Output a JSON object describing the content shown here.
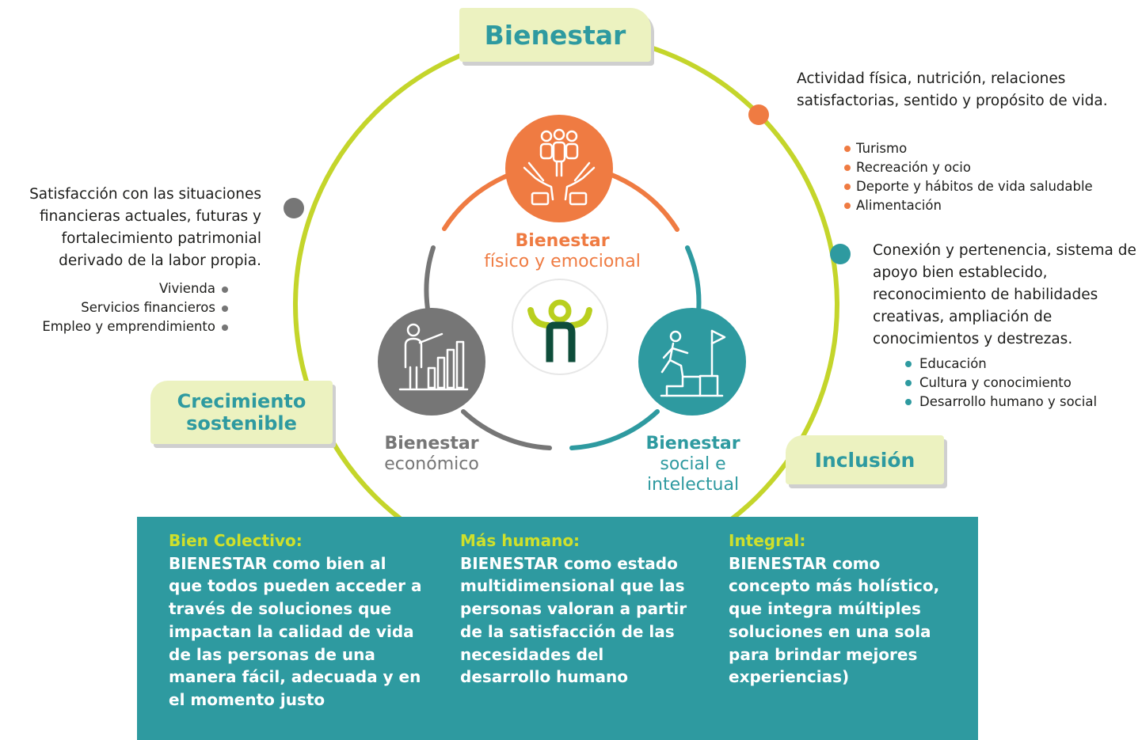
{
  "colors": {
    "ring_green": "#c4d52b",
    "orange": "#ef7b42",
    "gray": "#767676",
    "teal": "#2e9aa0",
    "tag_bg": "#ecf2c0",
    "logo_green": "#b9cf1e",
    "logo_dark": "#0e4d3a"
  },
  "tags": {
    "top": "Bienestar",
    "left": "Crecimiento sostenible",
    "right": "Inclusión"
  },
  "nodes": {
    "fisico": {
      "title": "Bienestar",
      "subtitle": "físico y emocional",
      "icon": "team-in-hands-icon"
    },
    "economico": {
      "title": "Bienestar",
      "subtitle": "económico",
      "icon": "presenter-chart-icon"
    },
    "social": {
      "title": "Bienestar",
      "subtitle": "social e intelectual",
      "icon": "climber-flag-icon"
    },
    "center_logo": "nequi-style-logo"
  },
  "descriptions": {
    "left": "Satisfacción con las situaciones financieras actuales, futuras y fortalecimiento patrimonial derivado de la labor propia.",
    "top_right": "Actividad física, nutrición, relaciones satisfactorias, sentido y propósito de vida.",
    "mid_right": "Conexión y pertenencia, sistema de apoyo bien establecido, reconocimiento de habilidades creativas, ampliación de conocimientos y destrezas."
  },
  "bullets": {
    "left": [
      "Vivienda",
      "Servicios financieros",
      "Empleo y emprendimiento"
    ],
    "orange": [
      "Turismo",
      "Recreación y ocio",
      "Deporte y hábitos de vida saludable",
      "Alimentación"
    ],
    "teal": [
      "Educación",
      "Cultura y conocimiento",
      "Desarrollo humano y social"
    ]
  },
  "panel": {
    "col1": {
      "title": "Bien Colectivo:",
      "body": "BIENESTAR como bien al que todos pueden acceder a través de soluciones que impactan la calidad de vida de las personas de una manera fácil, adecuada y en el momento justo"
    },
    "col2": {
      "title": "Más humano:",
      "body": "BIENESTAR como estado multidimensional que las personas valoran a partir de la satisfacción de las necesidades del desarrollo humano"
    },
    "col3": {
      "title": "Integral:",
      "body": "BIENESTAR como concepto más holístico, que integra múltiples soluciones en una sola para brindar mejores experiencias)"
    }
  }
}
